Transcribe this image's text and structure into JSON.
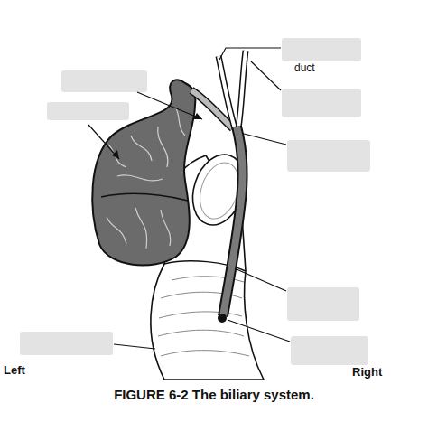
{
  "diagram": {
    "caption": "FIGURE 6-2 The biliary system.",
    "labels": [
      "duct",
      "Left",
      "Right"
    ]
  }
}
